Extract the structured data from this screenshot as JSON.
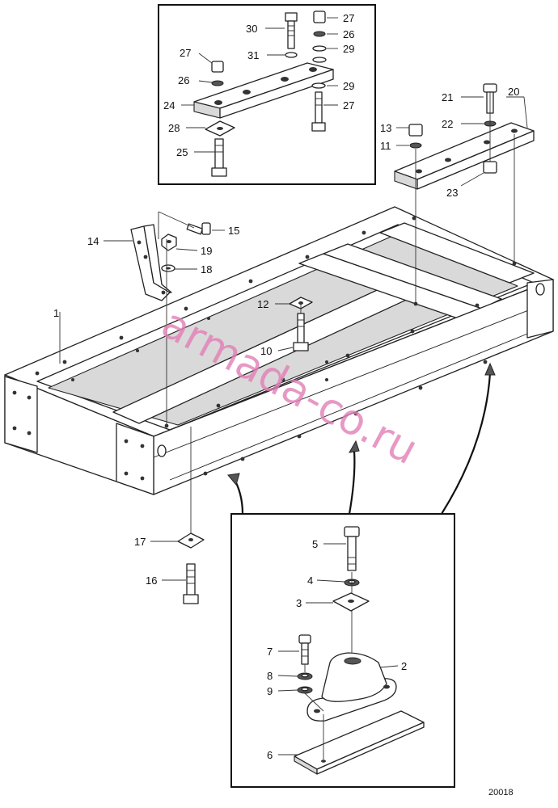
{
  "watermark": "armada-co.ru",
  "drawing_number": "20018",
  "labels": [
    {
      "id": "1",
      "text": "1"
    },
    {
      "id": "2",
      "text": "2"
    },
    {
      "id": "3",
      "text": "3"
    },
    {
      "id": "4",
      "text": "4"
    },
    {
      "id": "5",
      "text": "5"
    },
    {
      "id": "6",
      "text": "6"
    },
    {
      "id": "7",
      "text": "7"
    },
    {
      "id": "8",
      "text": "8"
    },
    {
      "id": "9",
      "text": "9"
    },
    {
      "id": "10",
      "text": "10"
    },
    {
      "id": "11",
      "text": "11"
    },
    {
      "id": "12",
      "text": "12"
    },
    {
      "id": "13",
      "text": "13"
    },
    {
      "id": "14",
      "text": "14"
    },
    {
      "id": "15",
      "text": "15"
    },
    {
      "id": "16",
      "text": "16"
    },
    {
      "id": "17",
      "text": "17"
    },
    {
      "id": "18",
      "text": "18"
    },
    {
      "id": "19",
      "text": "19"
    },
    {
      "id": "20",
      "text": "20"
    },
    {
      "id": "21",
      "text": "21"
    },
    {
      "id": "22",
      "text": "22"
    },
    {
      "id": "23",
      "text": "23"
    },
    {
      "id": "24",
      "text": "24"
    },
    {
      "id": "25",
      "text": "25"
    },
    {
      "id": "26a",
      "text": "26"
    },
    {
      "id": "26b",
      "text": "26"
    },
    {
      "id": "27a",
      "text": "27"
    },
    {
      "id": "27b",
      "text": "27"
    },
    {
      "id": "27c",
      "text": "27"
    },
    {
      "id": "28",
      "text": "28"
    },
    {
      "id": "29a",
      "text": "29"
    },
    {
      "id": "29b",
      "text": "29"
    },
    {
      "id": "30",
      "text": "30"
    },
    {
      "id": "31",
      "text": "31"
    }
  ]
}
